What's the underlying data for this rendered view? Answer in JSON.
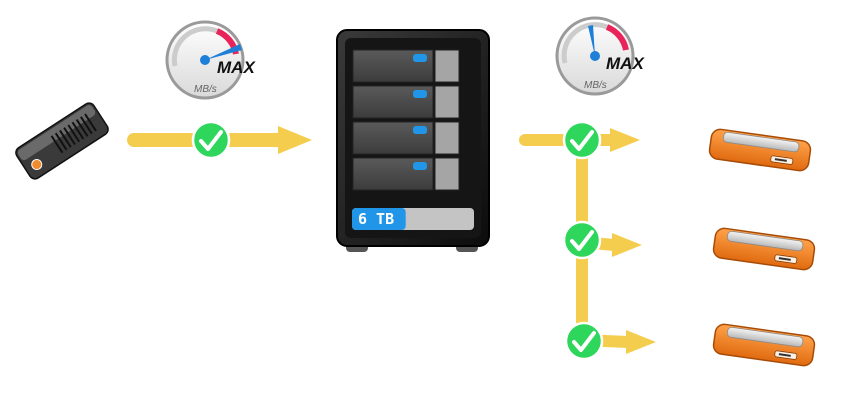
{
  "source_gauge": {
    "max_label": "MAX",
    "unit_label": "MB/s"
  },
  "dest_gauge": {
    "max_label": "MAX",
    "unit_label": "MB/s"
  },
  "nas": {
    "capacity_label": "6 TB",
    "capacity_fill_fraction": 0.44,
    "bay_count": 4
  },
  "destination_drive_count": 3,
  "colors": {
    "arrow": "#f5cd4e",
    "check": "#2ed65c",
    "drive_orange": "#f28a2e",
    "nas_body": "#1a1a1a",
    "capacity_bar": "#2196e8",
    "gauge_red": "#e8245a",
    "needle_blue": "#1e7fd8"
  }
}
